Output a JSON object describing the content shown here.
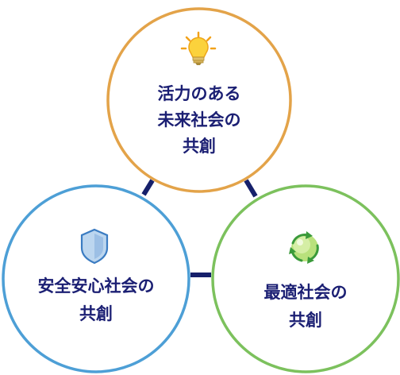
{
  "colors": {
    "text": "#1b1f73",
    "connector": "#16206b",
    "top_circle": "#e3a349",
    "left_circle": "#4d9fd6",
    "right_circle": "#7cc15d"
  },
  "circles": {
    "top": {
      "icon": "lightbulb-icon",
      "lines": [
        "活力のある",
        "未来社会の",
        "共創"
      ]
    },
    "left": {
      "icon": "shield-icon",
      "lines": [
        "安全安心社会の",
        "共創"
      ]
    },
    "right": {
      "icon": "recycle-icon",
      "lines": [
        "最適社会の",
        "共創"
      ]
    }
  }
}
